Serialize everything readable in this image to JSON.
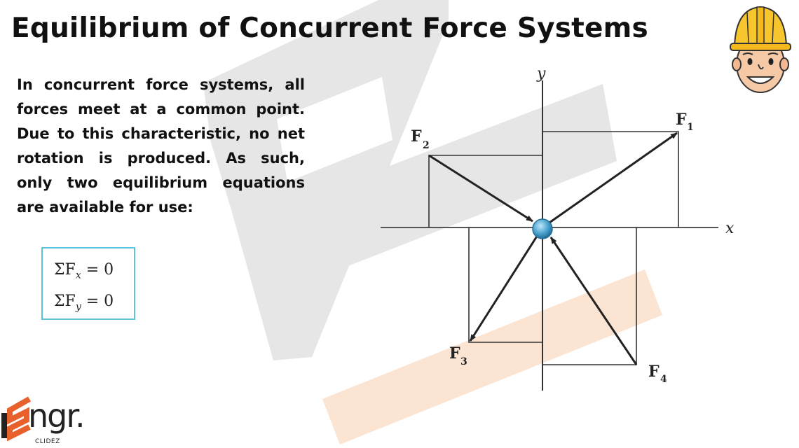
{
  "title": "Equilibrium of Concurrent Force Systems",
  "description": "In concurrent force systems, all forces meet at a common point. Due to this characteristic, no net rotation is produced. As such, only two equilibrium equations are available for use:",
  "equations": [
    {
      "sym": "ΣF",
      "sub": "x",
      "rhs": "= 0"
    },
    {
      "sym": "ΣF",
      "sub": "y",
      "rhs": "= 0"
    }
  ],
  "diagram": {
    "axis_x": "x",
    "axis_y": "y",
    "forces": [
      {
        "name": "F",
        "sub": "1"
      },
      {
        "name": "F",
        "sub": "2"
      },
      {
        "name": "F",
        "sub": "3"
      },
      {
        "name": "F",
        "sub": "4"
      }
    ],
    "particle_color": "#4aa3cf"
  },
  "logo": {
    "main": "ngr.",
    "sub": "CLIDEZ"
  },
  "colors": {
    "accent": "#5bc3dc",
    "watermark_gray": "#e2e2e2",
    "watermark_orange": "#fbe3cf"
  },
  "icons": {
    "mascot": "engineer-mascot-icon",
    "logo": "engr-logo-icon"
  }
}
